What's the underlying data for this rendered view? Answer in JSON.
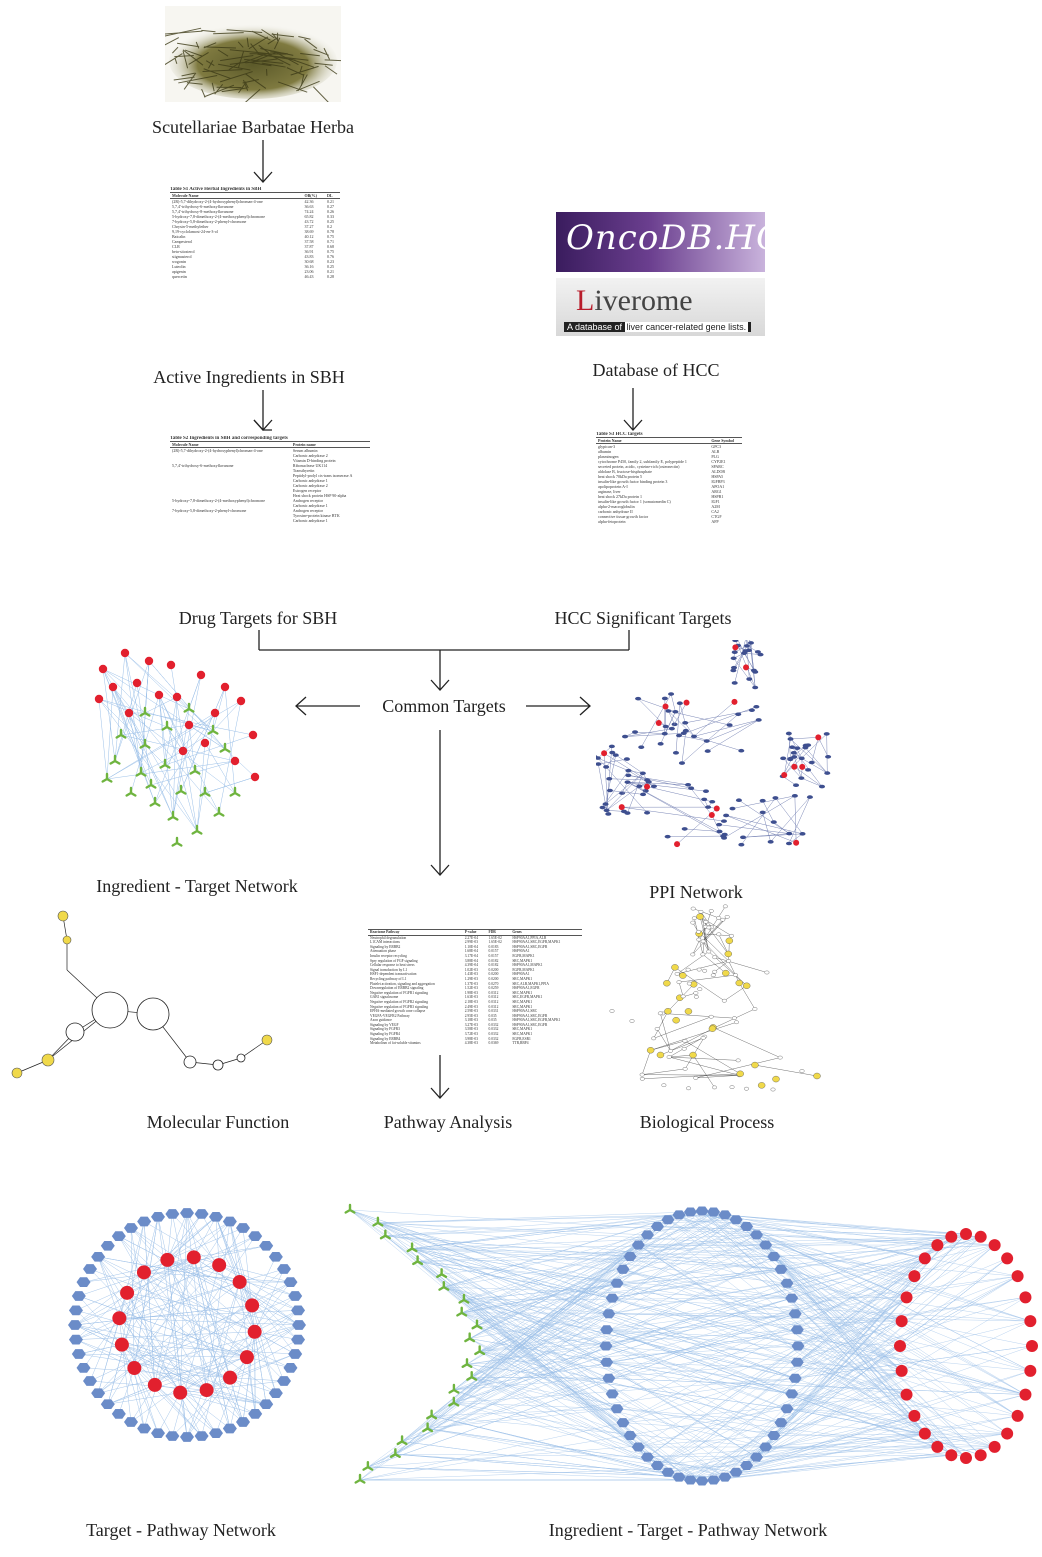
{
  "labels": {
    "herb": "Scutellariae Barbatae Herba",
    "active": "Active Ingredients in SBH",
    "database": "Database of HCC",
    "drug_targets": "Drug Targets for SBH",
    "hcc_targets": "HCC Significant Targets",
    "common": "Common Targets",
    "ingredient_target": "Ingredient - Target Network",
    "ppi": "PPI Network",
    "molecular": "Molecular Function",
    "pathway": "Pathway Analysis",
    "biological": "Biological Process",
    "target_pathway": "Target - Pathway Network",
    "itp": "Ingredient - Target - Pathway Network"
  },
  "db_logos": {
    "oncodb": "OncoDB.HCC",
    "liverome_pre": "L",
    "liverome_rest": "iverome",
    "liverome_sub_a": "A database of",
    "liverome_sub_b": "liver cancer-related gene lists."
  },
  "table_s1": {
    "title": "Table S1  Active Herbal Ingredients in SBH",
    "headers": [
      "Molecule Name",
      "OB(%)",
      "DL"
    ],
    "rows": [
      [
        "(2R)-5,7-dihydroxy-2-(4-hydroxyphenyl)chroman-4-one",
        "42.36",
        "0.21"
      ],
      [
        "5,7,4'-trihydroxy-6-methoxyflavanone",
        "36.63",
        "0.27"
      ],
      [
        "5,7,4'-trihydroxy-8-methoxyflavanone",
        "74.24",
        "0.26"
      ],
      [
        "5-hydroxy-7,8-dimethoxy-2-(4-methoxyphenyl)chromone",
        "65.82",
        "0.33"
      ],
      [
        "7-hydroxy-5,8-dimethoxy-2-phenyl-chromone",
        "43.72",
        "0.25"
      ],
      [
        "Chrysin-5-methylether",
        "37.27",
        "0.2"
      ],
      [
        "9,19-cyclolamost-24-en-3-ol",
        "38.69",
        "0.78"
      ],
      [
        "Baicalin",
        "40.12",
        "0.75"
      ],
      [
        "Campesterol",
        "37.58",
        "0.71"
      ],
      [
        "CLR",
        "37.87",
        "0.68"
      ],
      [
        "beta-sitosterol",
        "36.91",
        "0.75"
      ],
      [
        "stigmasterol",
        "43.83",
        "0.76"
      ],
      [
        "wogonin",
        "30.68",
        "0.23"
      ],
      [
        "Luteolin",
        "36.16",
        "0.25"
      ],
      [
        "apigenin",
        "23.06",
        "0.21"
      ],
      [
        "quercetin",
        "46.43",
        "0.28"
      ]
    ]
  },
  "table_s2": {
    "title": "Table S2  Ingredients in SBH and corresponding targets",
    "headers": [
      "Molecule Name",
      "Protein name"
    ],
    "rows": [
      [
        "(2R)-5,7-dihydroxy-2-(4-hydroxyphenyl)chroman-4-one",
        "Serum albumin"
      ],
      [
        "",
        "Carbonic anhydrase 2"
      ],
      [
        "",
        "Vitamin D-binding protein"
      ],
      [
        "5,7,4'-trihydroxy-6-methoxyflavanone",
        "Ribonuclease UK114"
      ],
      [
        "",
        "Transthyretin"
      ],
      [
        "",
        "Peptidyl-prolyl cis-trans isomerase A"
      ],
      [
        "",
        "Carbonic anhydrase 1"
      ],
      [
        "",
        "Carbonic anhydrase 2"
      ],
      [
        "",
        "Estrogen receptor"
      ],
      [
        "",
        "Heat shock protein HSP 90-alpha"
      ],
      [
        "5-hydroxy-7,8-dimethoxy-2-(4-methoxyphenyl)chromone",
        "Androgen receptor"
      ],
      [
        "",
        "Carbonic anhydrase 1"
      ],
      [
        "7-hydroxy-5,8-dimethoxy-2-phenyl-chromone",
        "Androgen receptor"
      ],
      [
        "",
        "Tyrosine-protein kinase BTK"
      ],
      [
        "",
        "Carbonic anhydrase 1"
      ]
    ]
  },
  "table_s3": {
    "title": "Table S3  HCC targets",
    "headers": [
      "Protein Name",
      "Gene Symbol"
    ],
    "rows": [
      [
        "glypican-3",
        "GPC3"
      ],
      [
        "albumin",
        "ALB"
      ],
      [
        "plasminogen",
        "PLG"
      ],
      [
        "cytochrome P450, family 2, subfamily E, polypeptide 1",
        "CYP2E1"
      ],
      [
        "secreted protein, acidic, cysteine-rich (osteonectin)",
        "SPARC"
      ],
      [
        "aldolase B, fructose-bisphosphate",
        "ALDOB"
      ],
      [
        "heat shock 70kDa protein 5",
        "HSPA5"
      ],
      [
        "insulin-like growth factor binding protein 3",
        "IGFBP3"
      ],
      [
        "apolipoprotein A-I",
        "APOA1"
      ],
      [
        "arginase, liver",
        "ARG1"
      ],
      [
        "heat shock 27kDa protein 1",
        "HSPB1"
      ],
      [
        "insulin-like growth factor 1 (somatomedin C)",
        "IGF1"
      ],
      [
        "alpha-2-macroglobulin",
        "A2M"
      ],
      [
        "carbonic anhydrase II",
        "CA2"
      ],
      [
        "connective tissue growth factor",
        "CTGF"
      ],
      [
        "alpha-fetoprotein",
        "AFP"
      ]
    ]
  },
  "table_s4": {
    "headers": [
      "Reactome Pathway",
      "P-value",
      "FDR",
      "Genes"
    ],
    "rows": [
      [
        "Neutrophil degranulation",
        "2.27E-04",
        "1.65E-02",
        "HSP90AA1,PPIA,ALB"
      ],
      [
        "L1CAM interactions",
        "2.99E-03",
        "1.65E-02",
        "HSP90AA1,SRC,EGFR,MAPK1"
      ],
      [
        "Signaling by ERBB2",
        "1.10E-04",
        "0.0183",
        "HSP90AA1,SRC,EGFR"
      ],
      [
        "Attenuation phase",
        "1.68E-04",
        "0.0157",
        "HSP90AA1"
      ],
      [
        "Insulin receptor recycling",
        "3.17E-04",
        "0.0157",
        "EGFR,MAPK1"
      ],
      [
        "Spry regulation of FGF signaling",
        "3.88E-04",
        "0.0182",
        "SRC,MAPK1"
      ],
      [
        "Cellular response to heat stress",
        "4.39E-04",
        "0.0182",
        "HSP90AA1,MAPK1"
      ],
      [
        "Signal transduction by L1",
        "1.02E-03",
        "0.0200",
        "EGFR,MAPK1"
      ],
      [
        "HSF1-dependent transactivation",
        "1.43E-03",
        "0.0200",
        "HSP90AA1"
      ],
      [
        "Recycling pathway of L1",
        "1.29E-03",
        "0.0200",
        "SRC,MAPK1"
      ],
      [
        "Platelet activation, signaling and aggregation",
        "1.37E-03",
        "0.0270",
        "SRC,ALB,MAPK1,PPIA"
      ],
      [
        "Downregulation of ERBB2 signaling",
        "1.52E-03",
        "0.0259",
        "HSP90AA1,EGFR"
      ],
      [
        "Negative regulation of FGFR1 signaling",
        "1.98E-03",
        "0.0312",
        "SRC,MAPK1"
      ],
      [
        "GAB1 signalosome",
        "1.63E-03",
        "0.0312",
        "SRC,EGFR,MAPK1"
      ],
      [
        "Negative regulation of FGFR2 signaling",
        "2.18E-03",
        "0.0312",
        "SRC,MAPK1"
      ],
      [
        "Negative regulation of FGFR3 signaling",
        "2.49E-03",
        "0.0312",
        "SRC,MAPK1"
      ],
      [
        "EPHA-mediated growth cone collapse",
        "2.59E-03",
        "0.0331",
        "HSP90AA1,SRC"
      ],
      [
        "VEGFA-VEGFR2 Pathway",
        "2.95E-03",
        "0.035",
        "HSP90AA1,SRC,EGFR"
      ],
      [
        "Axon guidance",
        "3.18E-03",
        "0.035",
        "HSP90AA1,SRC,EGFR,MAPK1"
      ],
      [
        "Signaling by VEGF",
        "3.27E-03",
        "0.0332",
        "HSP90AA1,SRC,EGFR"
      ],
      [
        "Signaling by FGFR3",
        "3.58E-03",
        "0.0332",
        "SRC,MAPK1"
      ],
      [
        "Signaling by FGFR4",
        "3.72E-03",
        "0.0332",
        "SRC,MAPK1"
      ],
      [
        "Signaling by ERBB4",
        "3.98E-03",
        "0.0332",
        "EGFR,ESR1"
      ],
      [
        "Metabolism of fat-soluble vitamins",
        "4.38E-03",
        "0.0369",
        "TTR,RBP4"
      ]
    ]
  },
  "colors": {
    "ingredient": "#6fb43f",
    "target_red": "#e2202e",
    "target_blue": "#6b8cc8",
    "ppi_blue": "#3e4f8f",
    "edge": "#9cc0e8",
    "go_node": "#f0d94a"
  }
}
